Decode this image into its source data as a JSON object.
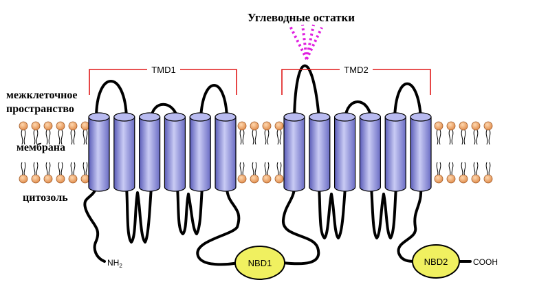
{
  "labels": {
    "carbohydrates": "Углеводные остатки",
    "extracellular_line1": "межклеточное",
    "extracellular_line2": "пространство",
    "membrane": "мембрана",
    "cytosol": "цитозоль",
    "tmd1": "TMD1",
    "tmd2": "TMD2",
    "nbd1": "NBD1",
    "nbd2": "NBD2",
    "n_terminus": "NH",
    "n_terminus_sub": "2",
    "c_terminus": "COOH"
  },
  "colors": {
    "helix_fill": "#8c8fd8",
    "helix_stroke": "#000000",
    "bracket": "#e01818",
    "sugar": "#e020e0",
    "nbd_fill": "#f0f060",
    "lipid_head": "#f4a86a",
    "loop": "#000000"
  },
  "structure": {
    "transmembrane_helices_per_domain": 6,
    "domains": 2
  }
}
